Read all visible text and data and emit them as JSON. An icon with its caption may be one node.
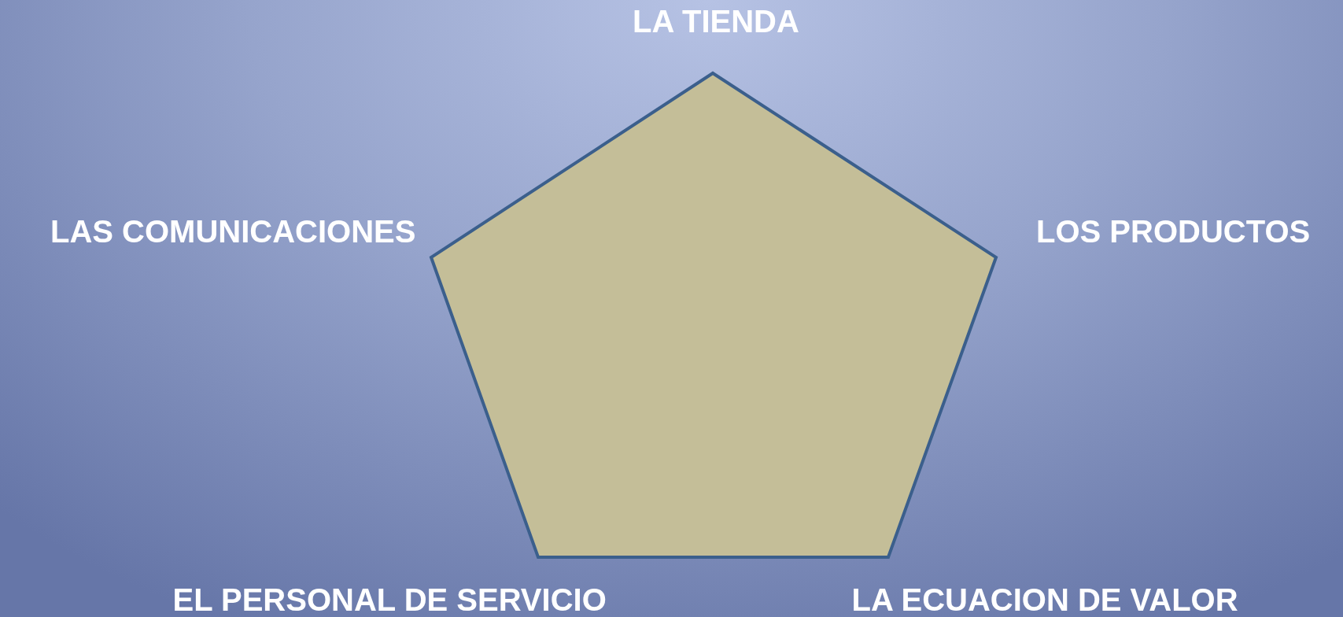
{
  "diagram": {
    "nodes": [
      {
        "text": [],
        "shape": "pentagon",
        "beside": [
          "LA TIENDA",
          "LOS PRODUCTOS",
          "LA ECUACION DE VALOR",
          "EL PERSONAL DE SERVICIO",
          "LAS COMUNICACIONES"
        ]
      }
    ],
    "edges": []
  }
}
